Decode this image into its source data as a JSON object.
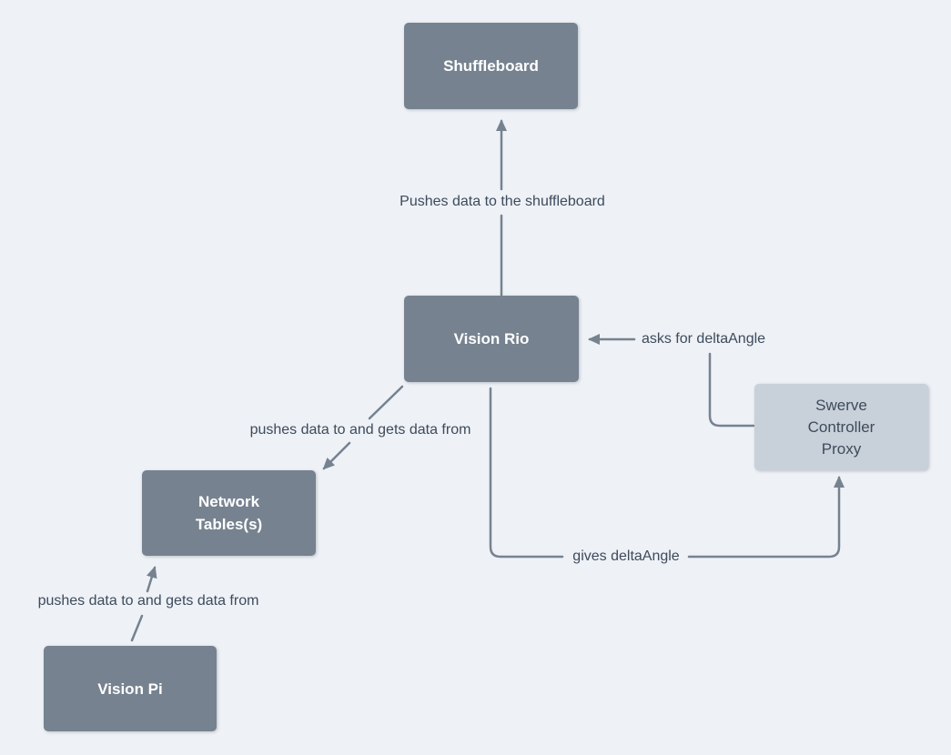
{
  "colors": {
    "background": "#eef1f6",
    "node_fill": "#76828f",
    "node_text": "#ffffff",
    "proxy_fill": "#c8d0d9",
    "label_text": "#3d4b5c",
    "line": "#76828f"
  },
  "nodes": {
    "shuffleboard": {
      "label": "Shuffleboard"
    },
    "vision_rio": {
      "label": "Vision Rio"
    },
    "network_tables": {
      "label": "Network\nTables(s)"
    },
    "vision_pi": {
      "label": "Vision Pi"
    },
    "swerve_proxy": {
      "label": "Swerve\nController\nProxy"
    }
  },
  "edges": {
    "rio_to_shuffleboard": {
      "label": "Pushes data to the shuffleboard",
      "from": "vision_rio",
      "to": "shuffleboard"
    },
    "proxy_asks_rio": {
      "label": "asks for deltaAngle",
      "from": "swerve_proxy",
      "to": "vision_rio"
    },
    "rio_to_network_tables": {
      "label": "pushes data to and gets data from",
      "from": "vision_rio",
      "to": "network_tables"
    },
    "rio_gives_proxy": {
      "label": "gives deltaAngle",
      "from": "vision_rio",
      "to": "swerve_proxy"
    },
    "pi_to_network_tables": {
      "label": "pushes data to and gets data from",
      "from": "vision_pi",
      "to": "network_tables"
    }
  }
}
